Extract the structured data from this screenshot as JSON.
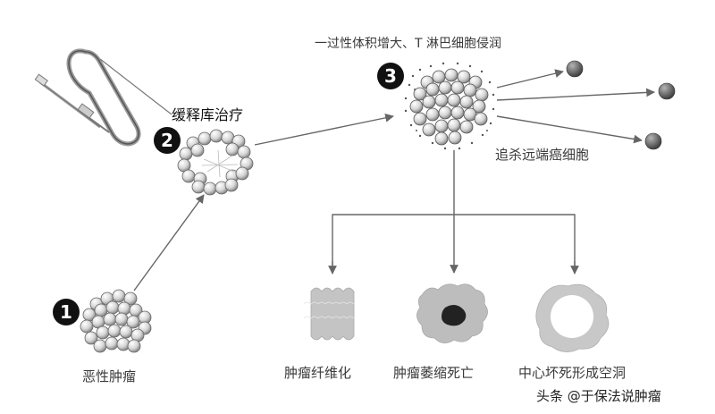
{
  "steps": [
    {
      "number": "1",
      "label": "恶性肿瘤"
    },
    {
      "number": "2",
      "label": "缓释库治疗"
    },
    {
      "number": "3",
      "label": "一过性体积增大、T 淋巴细胞侵润"
    }
  ],
  "distant_label": "追杀远端癌细胞",
  "outcomes": [
    "肿瘤纤维化",
    "肿瘤萎缩死亡",
    "中心坏死形成空洞"
  ],
  "watermark": "头条 @于保法说肿瘤"
}
